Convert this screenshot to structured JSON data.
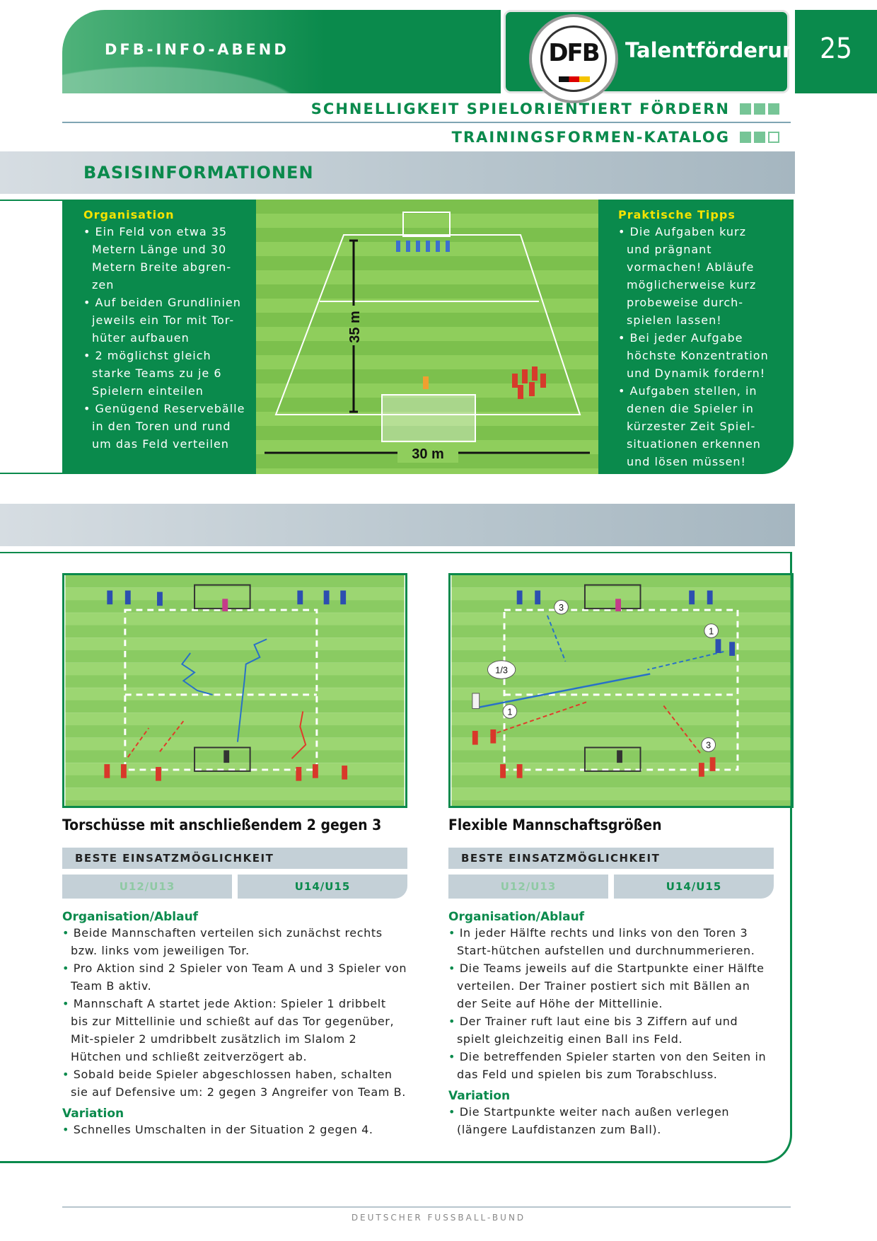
{
  "header": {
    "left_title": "DFB-INFO-ABEND",
    "brand": "Talentförderung",
    "logo_text": "DFB",
    "page_number": "25",
    "subtitle_1": "SCHNELLIGKEIT SPIELORIENTIERT FÖRDERN",
    "subtitle_2": "TRAININGSFORMEN-KATALOG",
    "accent": "#0a8a4c"
  },
  "basis": {
    "title": "BASISINFORMATIONEN",
    "organisation_title": "Organisation",
    "organisation_items": [
      "Ein Feld von etwa 35 Metern Länge und 30 Metern Breite abgren-zen",
      "Auf beiden Grundlinien jeweils ein Tor mit Tor-hüter aufbauen",
      "2 möglichst gleich starke Teams zu je 6 Spielern einteilen",
      "Genügend Reservebälle in den Toren und rund um das Feld verteilen"
    ],
    "tipps_title": "Praktische Tipps",
    "tipps_items": [
      "Die Aufgaben kurz und prägnant vormachen! Abläufe möglicherweise kurz probeweise durch-spielen lassen!",
      "Bei jeder Aufgabe höchste Konzentration und Dynamik fordern!",
      "Aufgaben stellen, in denen die Spieler in kürzester Zeit Spiel-situationen erkennen und lösen müssen!"
    ],
    "field_length_label": "35 m",
    "field_width_label": "30 m"
  },
  "exercises": [
    {
      "title": "Torschüsse mit anschließendem 2 gegen 3",
      "beste_label": "BESTE EINSATZMÖGLICHKEIT",
      "age_1": "U12/U13",
      "age_2": "U14/U15",
      "org_title": "Organisation/Ablauf",
      "org_items": [
        "Beide Mannschaften verteilen sich zunächst rechts bzw. links vom jeweiligen Tor.",
        "Pro Aktion sind 2 Spieler von Team A und 3 Spieler von Team B aktiv.",
        "Mannschaft A startet jede Aktion: Spieler 1 dribbelt bis zur Mittellinie und schießt auf das Tor gegenüber, Mit-spieler 2 umdribbelt zusätzlich im Slalom 2 Hütchen und schließt zeitverzögert ab.",
        "Sobald beide Spieler abgeschlossen haben, schalten sie auf Defensive um: 2 gegen 3 Angreifer von Team B."
      ],
      "variation_title": "Variation",
      "variation_items": [
        "Schnelles Umschalten in der Situation 2 gegen 4."
      ]
    },
    {
      "title": "Flexible Mannschaftsgrößen",
      "beste_label": "BESTE EINSATZMÖGLICHKEIT",
      "age_1": "U12/U13",
      "age_2": "U14/U15",
      "org_title": "Organisation/Ablauf",
      "org_items": [
        "In jeder Hälfte rechts und links von den Toren 3 Start-hütchen aufstellen und durchnummerieren.",
        "Die Teams jeweils auf die Startpunkte einer Hälfte verteilen. Der Trainer postiert sich mit Bällen an der Seite auf Höhe der Mittellinie.",
        "Der Trainer ruft laut eine bis 3 Ziffern auf und spielt gleichzeitig einen Ball ins Feld.",
        "Die betreffenden Spieler starten von den Seiten in das Feld und spielen bis zum Torabschluss."
      ],
      "variation_title": "Variation",
      "variation_items": [
        "Die Startpunkte weiter nach außen verlegen (längere Laufdistanzen zum Ball)."
      ],
      "diagram_labels": [
        "3",
        "1",
        "1/3",
        "1",
        "3"
      ]
    }
  ],
  "footer": "DEUTSCHER FUSSBALL-BUND"
}
